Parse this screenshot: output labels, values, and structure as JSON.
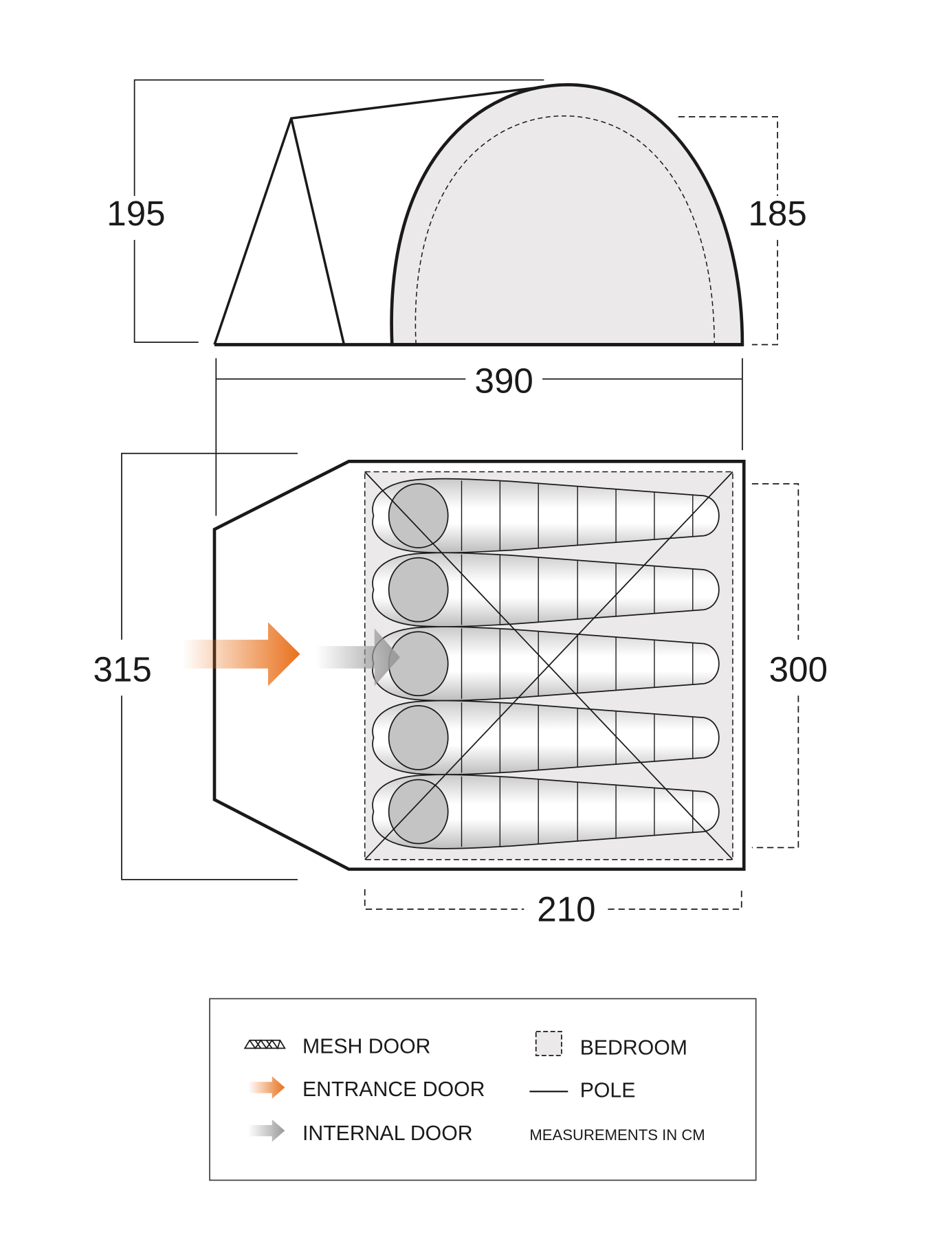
{
  "dimensions": {
    "side_height_front": "195",
    "side_height_bedroom": "185",
    "length": "390",
    "width": "315",
    "bedroom_width": "300",
    "bedroom_length": "210"
  },
  "legend": {
    "mesh_door": "MESH DOOR",
    "entrance_door": "ENTRANCE DOOR",
    "internal_door": "INTERNAL DOOR",
    "bedroom": "BEDROOM",
    "pole": "POLE",
    "units_note": "MEASUREMENTS IN CM"
  },
  "sleeping_bags": 5,
  "colors": {
    "entrance": "#e8711c",
    "internal": "#9a9a9a",
    "bedroom": "#ece9ea",
    "line": "#1a1a1a"
  }
}
